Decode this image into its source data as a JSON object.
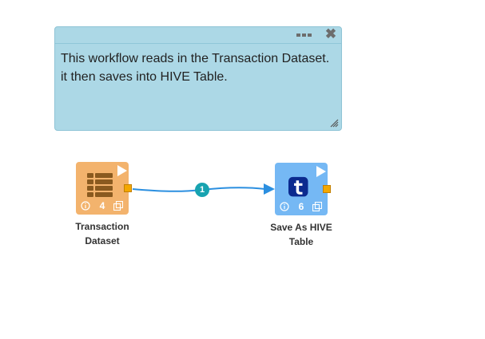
{
  "note": {
    "text": "This workflow reads in the Transaction Dataset. it then saves into HIVE Table.",
    "menu_icon": "more-horizontal-icon",
    "close_icon": "close-icon",
    "resize_icon": "resize-grip-icon",
    "background_color": "#acd8e6"
  },
  "nodes": [
    {
      "label": "Transaction Dataset",
      "count": "4",
      "icon": "table-dataset-icon",
      "color": "#f3b36d"
    },
    {
      "label": "Save As HIVE Table",
      "count": "6",
      "icon": "hive-table-t-icon",
      "color": "#75b8f4"
    }
  ],
  "connection": {
    "badge": "1",
    "color": "#2b8fe0",
    "badge_color": "#17a3b0"
  },
  "port_color": "#f4a800"
}
